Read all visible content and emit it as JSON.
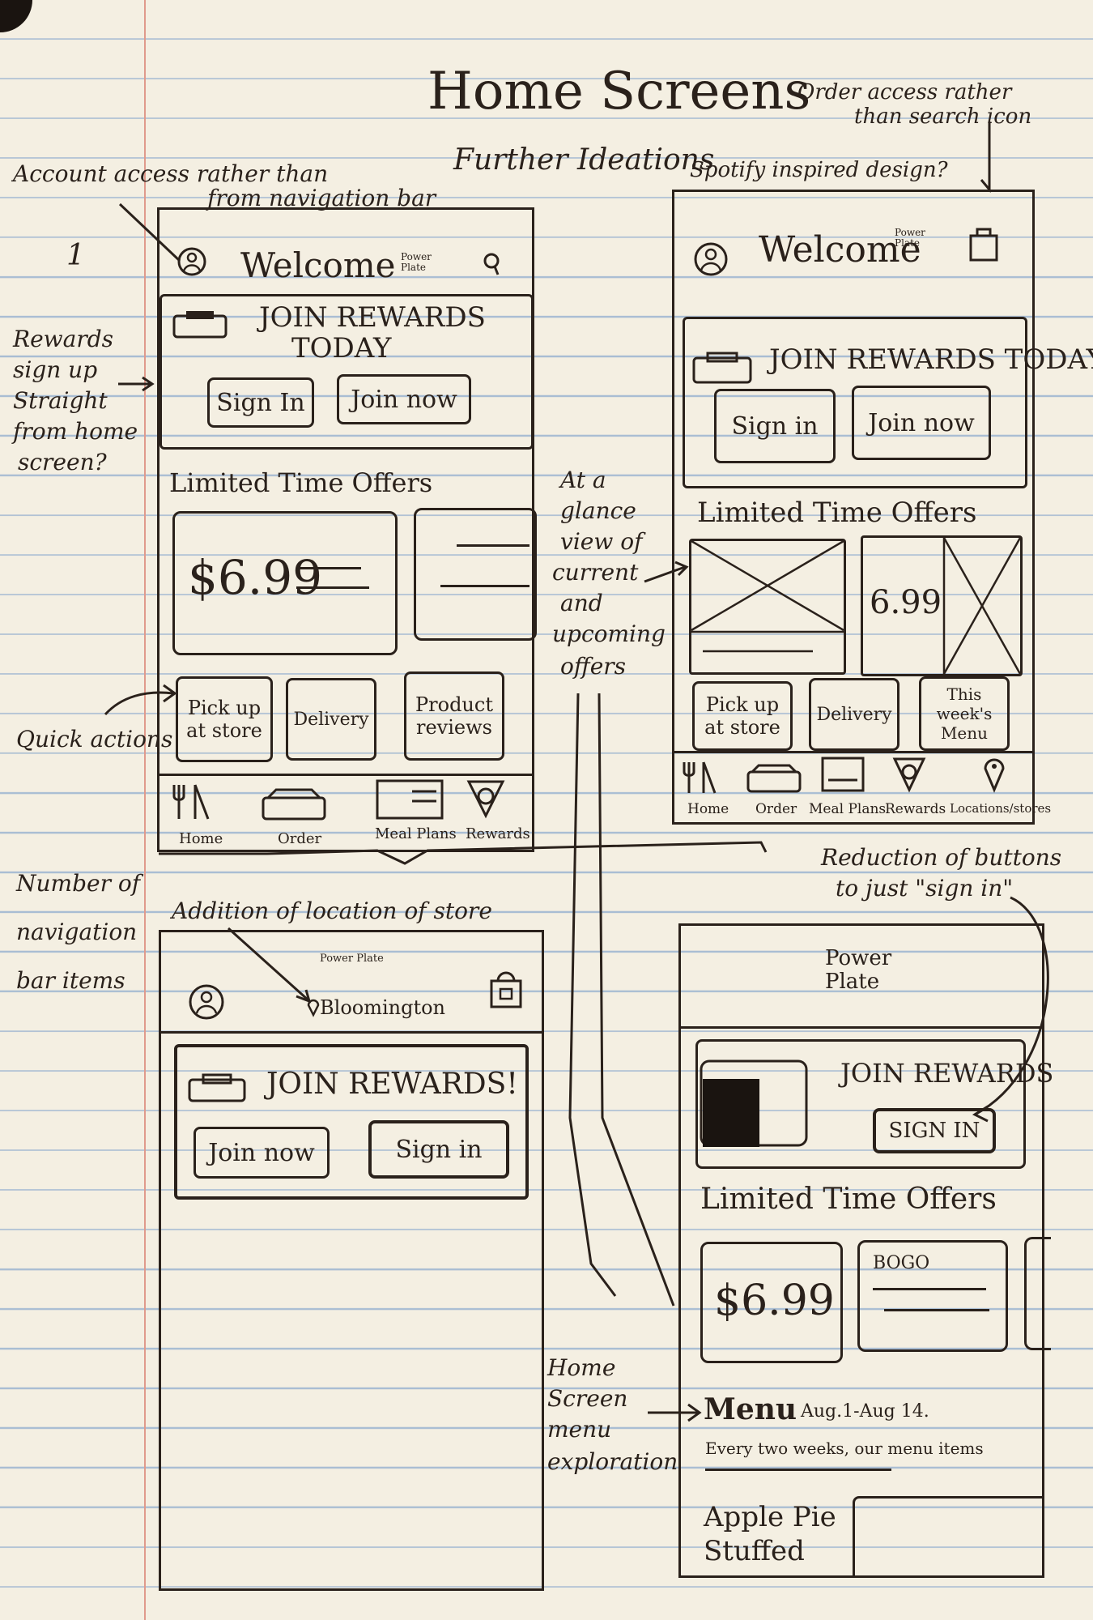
{
  "title": "Home Screens",
  "annotations": {
    "account_access": "Account access rather than",
    "account_access_2": "from navigation bar",
    "further_ideations": "Further Ideations",
    "spotify": "Spotify inspired design?",
    "order_access": "Order access rather",
    "order_access_2": "than search icon",
    "rewards_signup": [
      "Rewards",
      "sign up",
      "Straight",
      "from home",
      "screen?"
    ],
    "at_a_glance": [
      "At a",
      "glance",
      "view of",
      "current",
      "and",
      "upcoming",
      "offers"
    ],
    "quick_actions": "Quick actions",
    "number_nav": [
      "Number of",
      "navigation",
      "bar items"
    ],
    "addition_location": "Addition of location of store",
    "reduction_buttons": "Reduction of buttons",
    "reduction_buttons_2": "to just \"sign in\"",
    "home_menu": [
      "Home",
      "Screen",
      "menu",
      "exploration"
    ],
    "sketch_number": "1"
  },
  "screen1": {
    "welcome": "Welcome",
    "logo": "Power Plate",
    "rewards_title": "JOIN REWARDS",
    "rewards_title_2": "TODAY",
    "sign_in": "Sign In",
    "join_now": "Join now",
    "limited_offers": "Limited Time Offers",
    "price": "$6.99",
    "actions": [
      "Pick up at store",
      "Delivery",
      "Product reviews"
    ],
    "nav": [
      "Home",
      "Order",
      "Meal Plans",
      "Rewards"
    ]
  },
  "screen2": {
    "welcome": "Welcome",
    "logo": "Power Plate",
    "rewards_title": "JOIN REWARDS TODAY",
    "sign_in": "Sign in",
    "join_now": "Join now",
    "limited_offers": "Limited Time Offers",
    "price": "6.99",
    "actions": [
      "Pick up at store",
      "Delivery",
      "This week's Menu"
    ],
    "nav": [
      "Home",
      "Order",
      "Meal Plans",
      "Rewards",
      "Locations/stores"
    ]
  },
  "screen3": {
    "logo": "Power Plate",
    "location": "Bloomington",
    "rewards_title": "JOIN REWARDS!",
    "join_now": "Join now",
    "sign_in": "Sign in"
  },
  "screen4": {
    "logo": "Power Plate",
    "rewards_title": "JOIN REWARDS",
    "sign_in": "SIGN IN",
    "limited_offers": "Limited Time Offers",
    "price": "$6.99",
    "bogo": "BOGO",
    "menu_title": "Menu",
    "menu_dates": "Aug.1-Aug 14.",
    "menu_desc": "Every two weeks, our menu items",
    "menu_item": "Apple Pie",
    "menu_item_2": "Stuffed"
  }
}
